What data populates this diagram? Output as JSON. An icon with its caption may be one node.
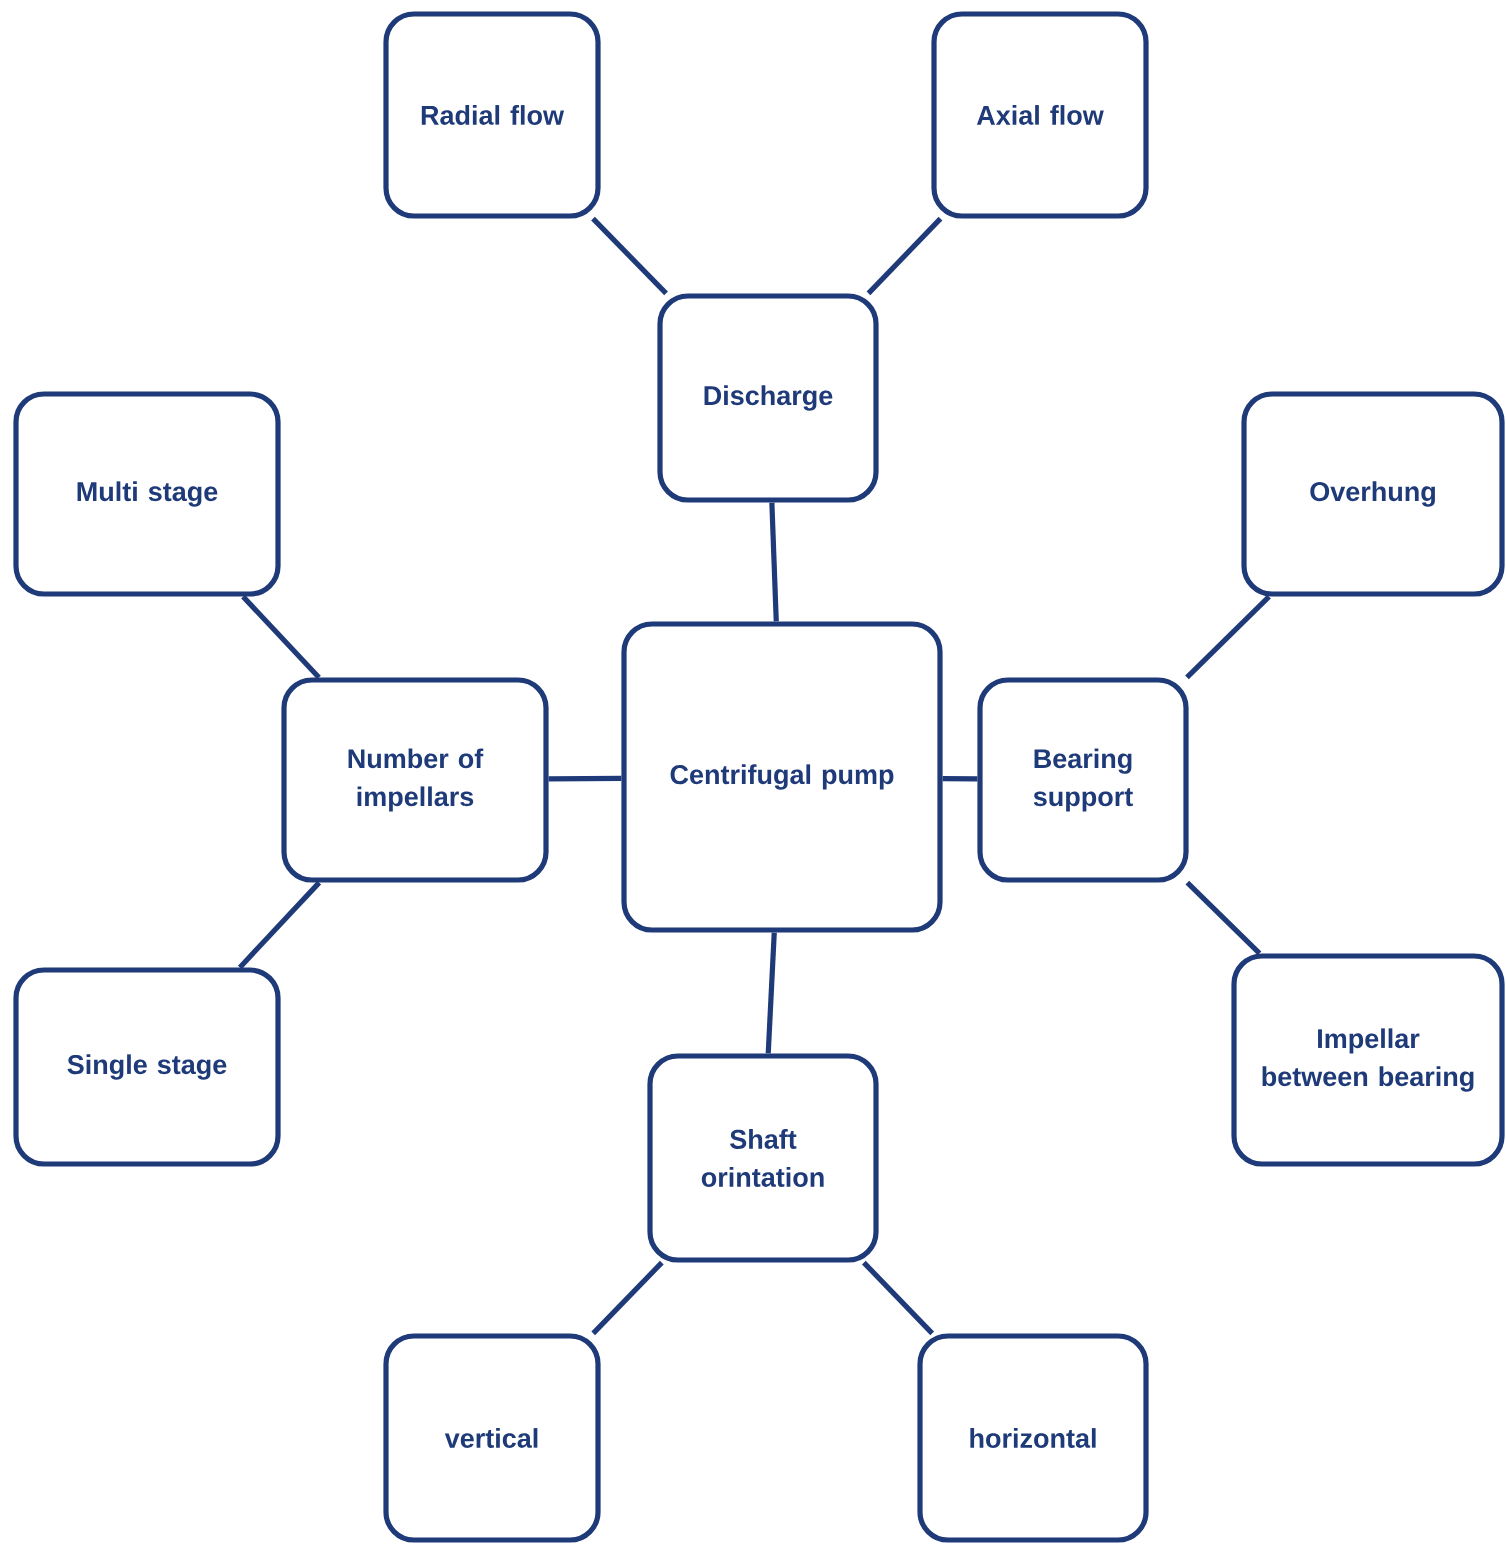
{
  "diagram": {
    "nodes": [
      {
        "text": [
          "Centrifugal pump"
        ]
      },
      {
        "text": [
          "Discharge"
        ]
      },
      {
        "text": [
          "Radial flow"
        ]
      },
      {
        "text": [
          "Axial flow"
        ]
      },
      {
        "text": [
          "Number of impellars"
        ]
      },
      {
        "text": [
          "Multi stage"
        ]
      },
      {
        "text": [
          "Single stage"
        ]
      },
      {
        "text": [
          "Bearing support"
        ]
      },
      {
        "text": [
          "Overhung"
        ]
      },
      {
        "text": [
          "Impellar between bearing"
        ]
      },
      {
        "text": [
          "Shaft orintation"
        ]
      },
      {
        "text": [
          "vertical"
        ]
      },
      {
        "text": [
          "horizontal"
        ]
      }
    ],
    "edges": [
      {
        "from": 0,
        "to": 1,
        "arrow": "none"
      },
      {
        "from": 1,
        "to": 2,
        "arrow": "none"
      },
      {
        "from": 1,
        "to": 3,
        "arrow": "none"
      },
      {
        "from": 0,
        "to": 4,
        "arrow": "none"
      },
      {
        "from": 4,
        "to": 5,
        "arrow": "none"
      },
      {
        "from": 4,
        "to": 6,
        "arrow": "none"
      },
      {
        "from": 0,
        "to": 7,
        "arrow": "none"
      },
      {
        "from": 7,
        "to": 8,
        "arrow": "none"
      },
      {
        "from": 7,
        "to": 9,
        "arrow": "none"
      },
      {
        "from": 0,
        "to": 10,
        "arrow": "none"
      },
      {
        "from": 10,
        "to": 11,
        "arrow": "none"
      },
      {
        "from": 10,
        "to": 12,
        "arrow": "none"
      }
    ]
  }
}
